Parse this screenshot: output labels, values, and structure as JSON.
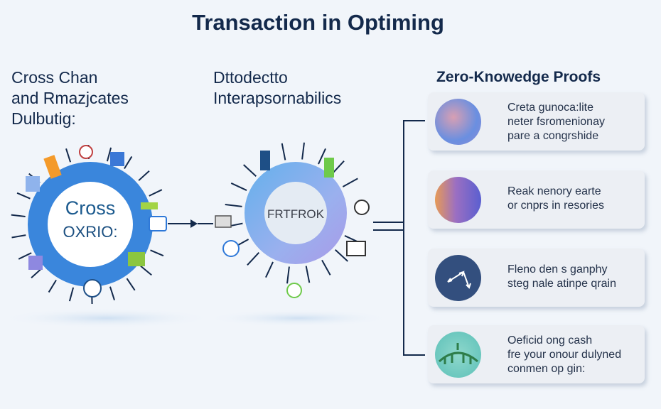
{
  "title": "Transaction in Optiming",
  "left_section": {
    "title_lines": [
      "Cross Chan",
      "and Rmazjcates",
      "Dulbutig:"
    ],
    "hub_lines": [
      "Cross",
      "OXRIO:"
    ]
  },
  "middle_section": {
    "title_lines": [
      "Dttodectto",
      "Interapsornabilics"
    ],
    "hub_label": "FRTFROK"
  },
  "zk_section": {
    "title": "Zero-Knowedge Proofs",
    "cards": [
      {
        "lines": [
          "Creta gunoca:lite",
          "neter fsromenionay",
          "pare a congrshide"
        ],
        "icon": "abstract-wave-icon"
      },
      {
        "lines": [
          "Reak nenory earte",
          "or cnprs in resories"
        ],
        "icon": "abstract-stairs-icon"
      },
      {
        "lines": [
          "Fleno den s ganphy",
          "steg nale atinpe qrain"
        ],
        "icon": "arrows-icon"
      },
      {
        "lines": [
          "Oeficid ong cash",
          "fre your onour dulyned",
          "conmen op gin:"
        ],
        "icon": "network-tree-icon"
      }
    ]
  },
  "colors": {
    "navy": "#13294b",
    "ring_blue": "#3a86dc",
    "ring_light": "#7fb2ee",
    "card_bg": "#eceff4"
  }
}
